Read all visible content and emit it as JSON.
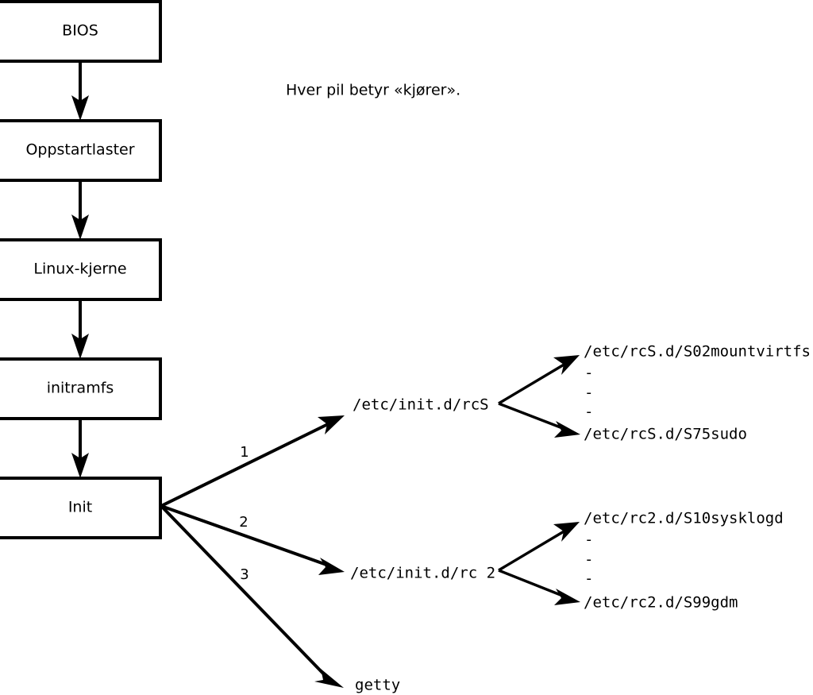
{
  "diagram": {
    "caption": "Hver pil betyr «kjører».",
    "boot_chain": [
      {
        "id": "bios",
        "label": "BIOS"
      },
      {
        "id": "bootloader",
        "label": "Oppstartlaster"
      },
      {
        "id": "kernel",
        "label": "Linux-kjerne"
      },
      {
        "id": "initramfs",
        "label": "initramfs"
      },
      {
        "id": "init",
        "label": "Init"
      }
    ],
    "init_branches": [
      {
        "number": "1",
        "target": "/etc/init.d/rcS"
      },
      {
        "number": "2",
        "target": "/etc/init.d/rc 2"
      },
      {
        "number": "3",
        "target": "getty"
      }
    ],
    "rcs_scripts": {
      "first": "/etc/rcS.d/S02mountvirtfs",
      "ellipsis": [
        "-",
        "-",
        "-"
      ],
      "last": "/etc/rcS.d/S75sudo"
    },
    "rc2_scripts": {
      "first": "/etc/rc2.d/S10sysklogd",
      "ellipsis": [
        "-",
        "-",
        "-"
      ],
      "last": "/etc/rc2.d/S99gdm"
    },
    "colors": {
      "stroke": "#000000",
      "fill": "#ffffff",
      "background": "#ffffff"
    }
  }
}
